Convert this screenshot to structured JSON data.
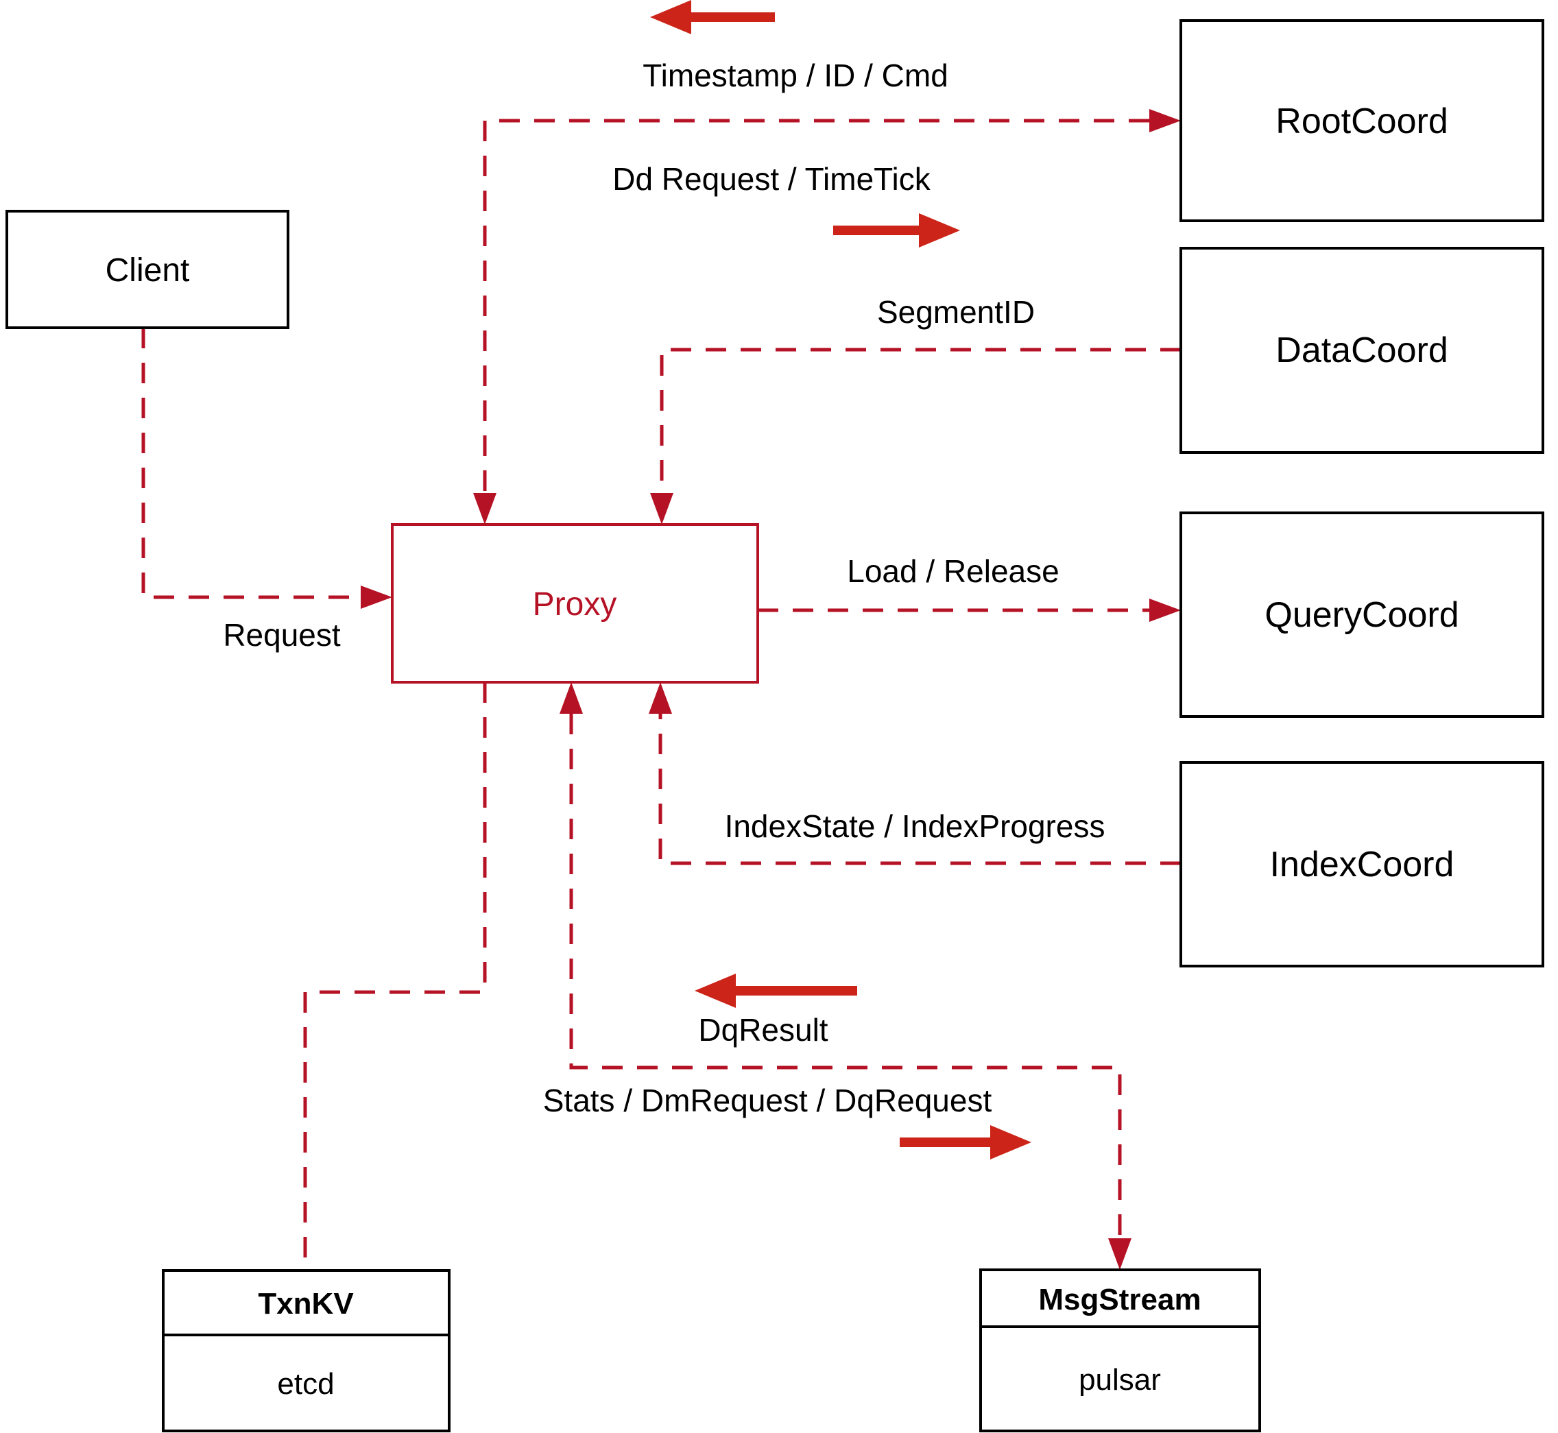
{
  "diagram": {
    "nodes": {
      "client": {
        "label": "Client"
      },
      "proxy": {
        "label": "Proxy"
      },
      "rootcoord": {
        "label": "RootCoord"
      },
      "datacoord": {
        "label": "DataCoord"
      },
      "querycoord": {
        "label": "QueryCoord"
      },
      "indexcoord": {
        "label": "IndexCoord"
      },
      "txnkv": {
        "title": "TxnKV",
        "sub": "etcd"
      },
      "msgstream": {
        "title": "MsgStream",
        "sub": "pulsar"
      }
    },
    "edge_labels": {
      "timestamp_id_cmd": "Timestamp / ID / Cmd",
      "dd_request_timetick": "Dd Request / TimeTick",
      "segment_id": "SegmentID",
      "load_release": "Load / Release",
      "request": "Request",
      "index_state": "IndexState / IndexProgress",
      "dq_result": "DqResult",
      "stats_dm_dq": "Stats / DmRequest / DqRequest"
    },
    "colors": {
      "edge_red": "#b51225",
      "arrow_red": "#cc2418",
      "box_black": "#000000",
      "background": "#ffffff"
    }
  }
}
